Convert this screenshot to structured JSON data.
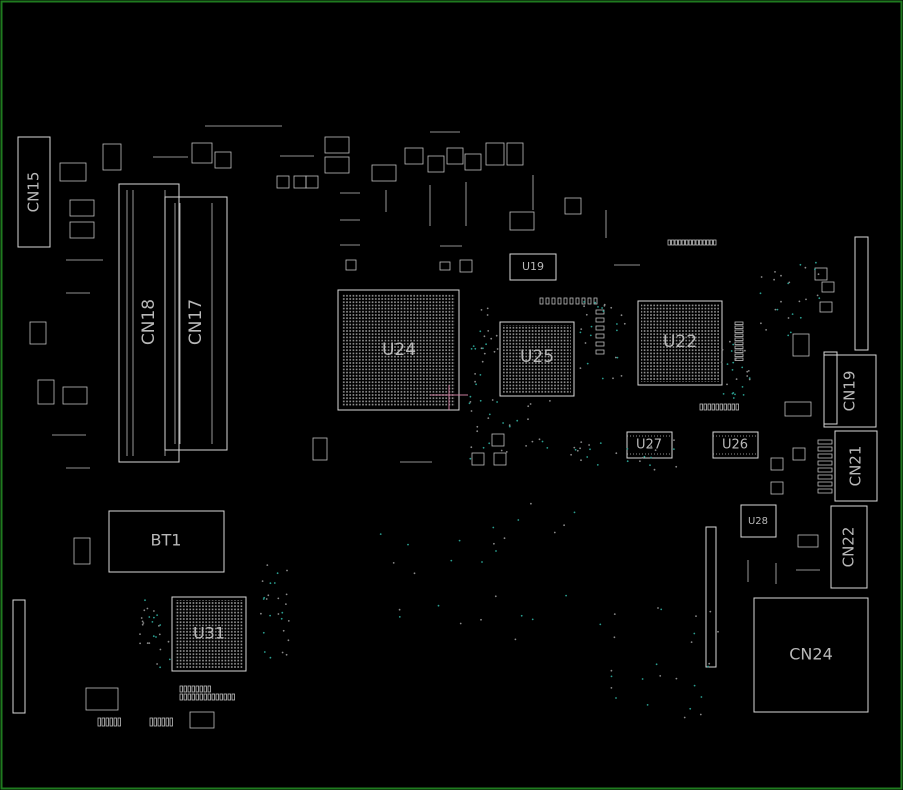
{
  "board": {
    "background": "#000000",
    "border_color": "#1f7a1f",
    "outline_color": "#d8d8d8",
    "accent_teal": "#2a9d8f",
    "accent_pink": "#c77b9b"
  },
  "components": {
    "CN15": "CN15",
    "CN18": "CN18",
    "CN17": "CN17",
    "U24": "U24",
    "U25": "U25",
    "U22": "U22",
    "U19": "U19",
    "U27": "U27",
    "U26": "U26",
    "CN19": "CN19",
    "CN21": "CN21",
    "CN22": "CN22",
    "CN24": "CN24",
    "U28": "U28",
    "BT1": "BT1",
    "U31": "U31"
  }
}
